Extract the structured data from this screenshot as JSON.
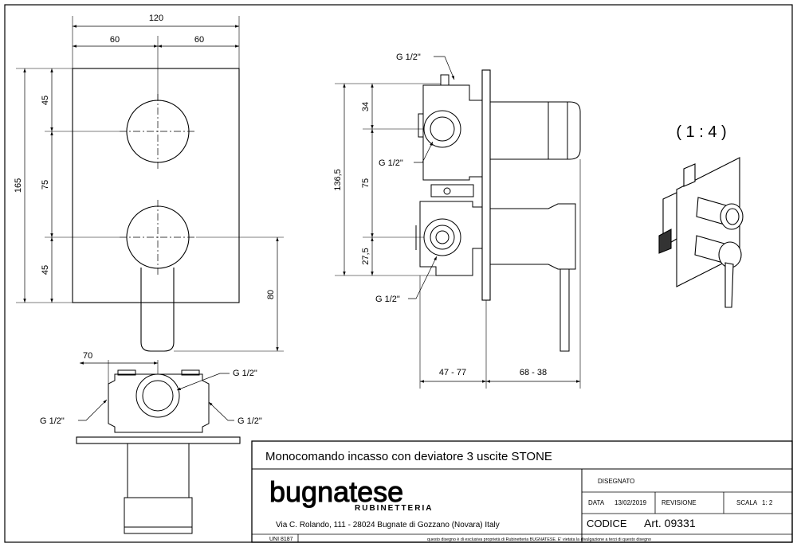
{
  "front_view": {
    "dims": {
      "width": "120",
      "half_left": "60",
      "half_right": "60",
      "height": "165",
      "top": "45",
      "middle": "75",
      "bottom": "45",
      "handle": "80"
    }
  },
  "side_view": {
    "dims": {
      "height": "136,5",
      "top": "34",
      "middle": "75",
      "bottom": "27,5",
      "depth_body": "47 - 77",
      "depth_handle": "68 - 38"
    },
    "threads": {
      "top": "G 1/2\"",
      "upper": "G 1/2\"",
      "lower": "G 1/2\""
    }
  },
  "top_view": {
    "dims": {
      "width": "70"
    },
    "threads": {
      "top_right": "G 1/2\"",
      "left": "G 1/2\"",
      "right": "G 1/2\""
    }
  },
  "scale_label": "( 1 : 4 )",
  "title_block": {
    "title": "Monocomando incasso con deviatore 3 uscite STONE",
    "brand": "bugnatese",
    "brand_sub": "RUBINETTERIA",
    "address": "Via C. Rolando, 111 - 28024 Bugnate di Gozzano (Novara) Italy",
    "drawn_label": "DISEGNATO",
    "date_label": "DATA",
    "date_value": "13/02/2019",
    "revision_label": "REVISIONE",
    "scale_label": "SCALA",
    "scale_value": "1: 2",
    "code_label": "CODICE",
    "code_value": "Art. 09331",
    "standard": "UNI 8187",
    "notice": "questo disegno è di esclusiva proprietà di Rubinetteria BUGNATESE. E' vietata la divulgazione a terzi di questo disegno"
  }
}
